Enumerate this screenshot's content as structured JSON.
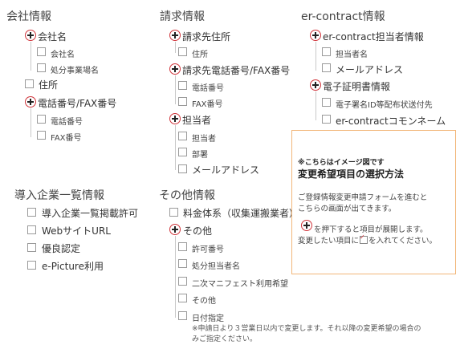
{
  "col1": {
    "heading": "会社情報",
    "items": {
      "kaisha_mei": "会社名",
      "kaisha_mei_sub": "会社名",
      "shobun": "処分事業場名",
      "jusho": "住所",
      "denwa": "電話番号/FAX番号",
      "denwa_sub": "電話番号",
      "fax_sub": "FAX番号"
    }
  },
  "col2": {
    "heading": "請求情報",
    "items": {
      "seikyu_jusho": "請求先住所",
      "jusho_sub": "住所",
      "seikyu_denwa": "請求先電話番号/FAX番号",
      "denwa_sub": "電話番号",
      "fax_sub": "FAX番号",
      "tantousha": "担当者",
      "tantousha_sub": "担当者",
      "busho": "部署",
      "mail": "メールアドレス"
    }
  },
  "col3": {
    "heading": "er-contract情報",
    "items": {
      "tantousha_joho": "er-contract担当者情報",
      "tantousha_mei": "担当者名",
      "mail": "メールアドレス",
      "denshi_shomeisho": "電子証明書情報",
      "denshi_shomei_id": "電子署名ID等配布状送付先",
      "common_name": "er-contractコモンネーム"
    }
  },
  "col4": {
    "heading": "導入企業一覧情報",
    "items": {
      "keisai": "導入企業一覧掲載許可",
      "website": "WebサイトURL",
      "yugu": "優良認定",
      "epicture": "e-Picture利用"
    }
  },
  "col5": {
    "heading": "その他情報",
    "items": {
      "ryokin": "料金体系（収集運搬業者）",
      "sonota": "その他",
      "kyoka": "許可番号",
      "shobun_tantou": "処分担当者名",
      "niji": "二次マニフェスト利用希望",
      "sonota_sub": "その他",
      "hizuke": "日付指定"
    },
    "note_line1": "※申請日より３営業日以内で変更します。それ以降の変更希望の場合の",
    "note_line2": "みご指定ください。"
  },
  "panel": {
    "note": "※こちらはイメージ図です",
    "title": "変更希望項目の選択方法",
    "text1": "ご登録情報変更申請フォームを進むと",
    "text2": "こちらの画面が出てきます。",
    "text3": "を押下すると項目が展開します。",
    "text4a": "変更したい項目に",
    "text4b": "を入れてください。"
  },
  "colors": {
    "accent": "#d0343a",
    "border": "#f2b679"
  }
}
